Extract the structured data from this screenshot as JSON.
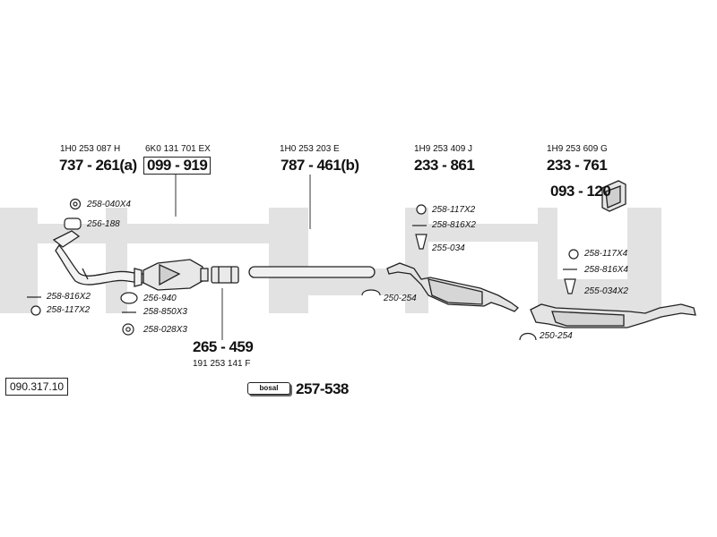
{
  "parts": {
    "manifold": {
      "oem": "1H0 253 087 H",
      "number": "737 - 261(a)"
    },
    "catalyst": {
      "oem": "6K0 131 701 EX",
      "number": "099 - 919"
    },
    "midpipe": {
      "oem": "1H0 253 203 E",
      "number": "787 - 461(b)"
    },
    "middle_silencer": {
      "oem": "1H9 253 409 J",
      "number": "233 - 861"
    },
    "rear_silencer": {
      "oem": "1H9 253 609 G",
      "number": "233 - 761"
    },
    "heatshield": {
      "number": "093 - 120"
    },
    "connector": {
      "number": "265 - 459",
      "oem": "191 253 141 F"
    },
    "kit": {
      "number": "257-538",
      "logo": "bosal"
    }
  },
  "accessories": {
    "a1": "258-040X4",
    "a2": "256-188",
    "a3": "258-816X2",
    "a4": "258-117X2",
    "a5": "256-940",
    "a6": "258-850X3",
    "a7": "258-028X3",
    "a8": "258-117X2",
    "a9": "258-816X2",
    "a10": "255-034",
    "a11": "250-254",
    "a12": "258-117X4",
    "a13": "258-816X4",
    "a14": "255-034X2",
    "a15": "250-254"
  },
  "reference": "090.317.10",
  "watermark": "bosal"
}
